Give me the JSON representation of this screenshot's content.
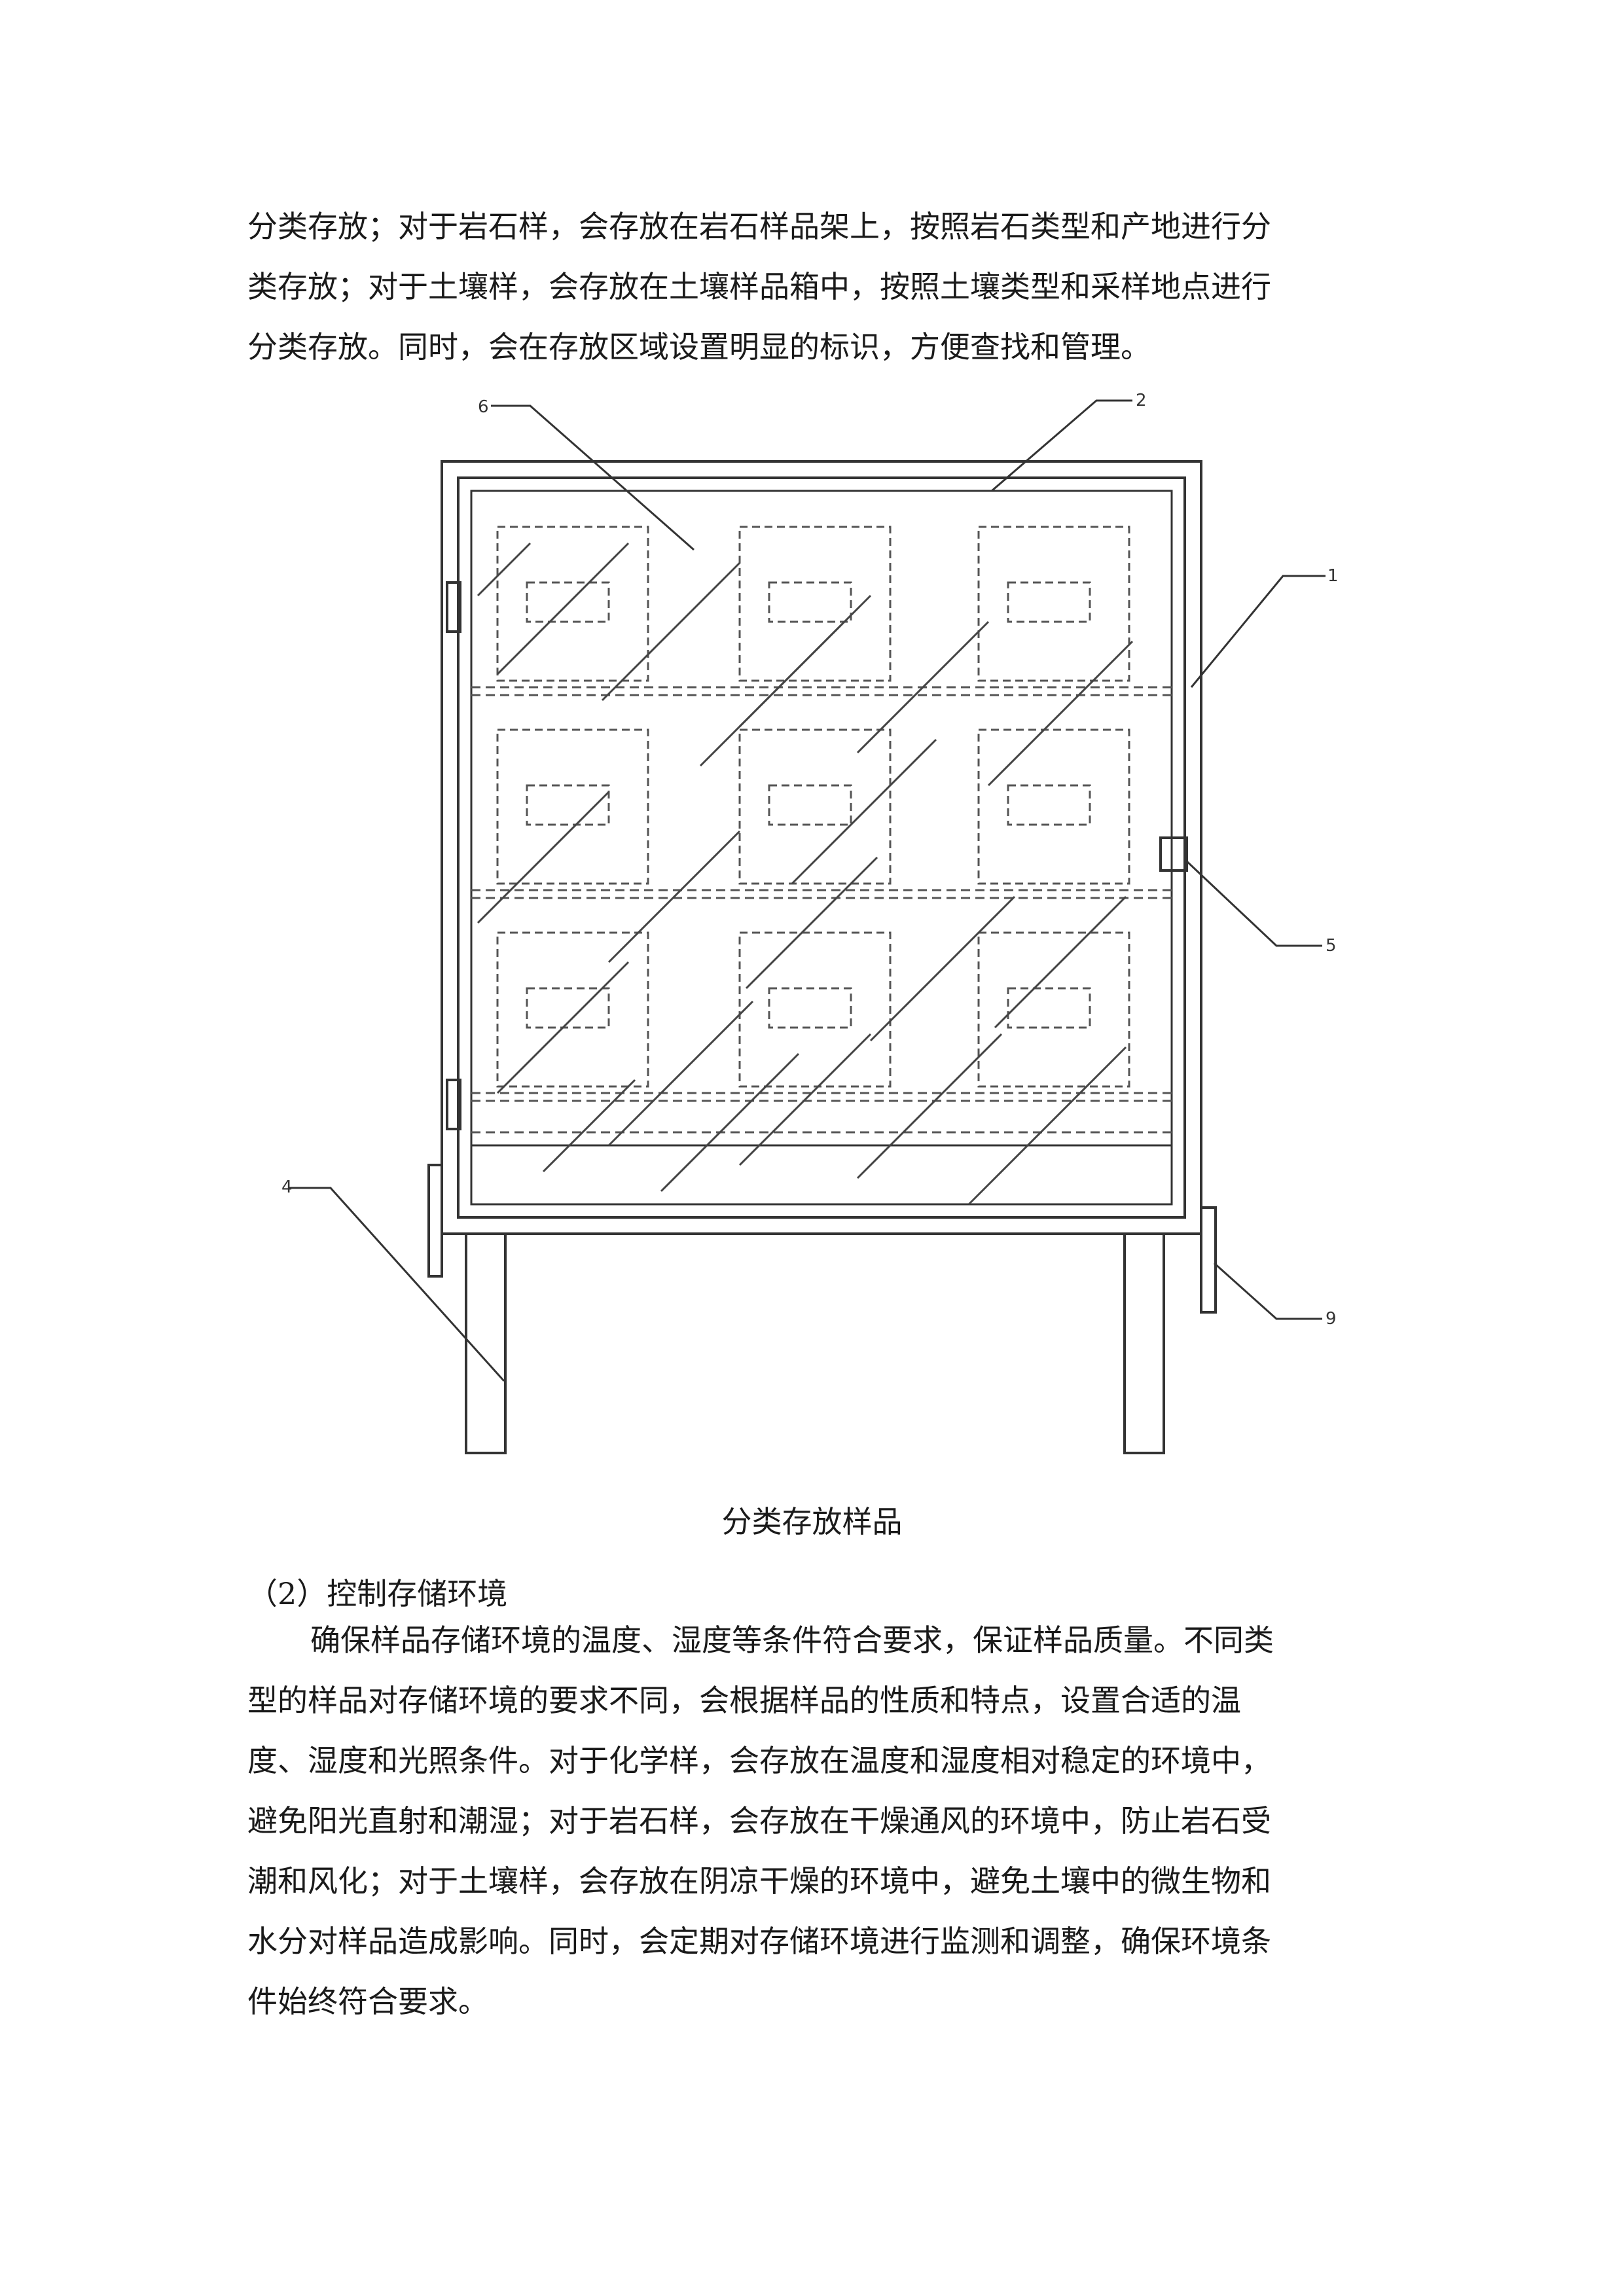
{
  "paragraph_top": {
    "lines": [
      "分类存放；对于岩石样，会存放在岩石样品架上，按照岩石类型和产地进行分",
      "类存放；对于土壤样，会存放在土壤样品箱中，按照土壤类型和采样地点进行",
      "分类存放。同时，会在存放区域设置明显的标识，方便查找和管理。"
    ]
  },
  "figure": {
    "caption": "分类存放样品",
    "labels": {
      "l1": "1",
      "l2": "2",
      "l4": "4",
      "l5": "5",
      "l6": "6",
      "l9": "9"
    }
  },
  "section_heading": "（2）控制存储环境",
  "paragraph_bottom": {
    "lines": [
      "确保样品存储环境的温度、湿度等条件符合要求，保证样品质量。不同类",
      "型的样品对存储环境的要求不同，会根据样品的性质和特点，设置合适的温",
      "度、湿度和光照条件。对于化学样，会存放在温度和湿度相对稳定的环境中，",
      "避免阳光直射和潮湿；对于岩石样，会存放在干燥通风的环境中，防止岩石受",
      "潮和风化；对于土壤样，会存放在阴凉干燥的环境中，避免土壤中的微生物和",
      "水分对样品造成影响。同时，会定期对存储环境进行监测和调整，确保环境条",
      "件始终符合要求。"
    ]
  }
}
